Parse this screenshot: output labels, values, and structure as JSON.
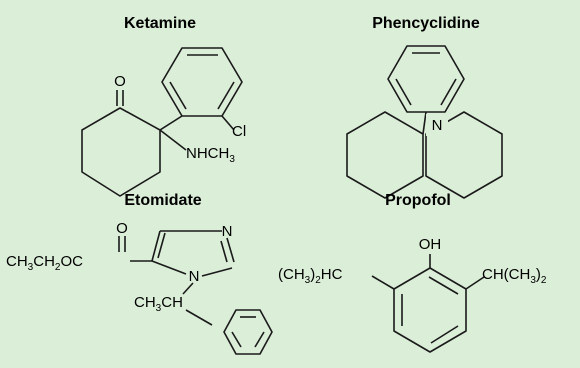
{
  "molecules": {
    "ketamine": {
      "name": "Ketamine",
      "atoms": {
        "o": "O",
        "cl": "Cl",
        "nh": "NHCH",
        "nh_sub": "3"
      }
    },
    "phencyclidine": {
      "name": "Phencyclidine",
      "atoms": {
        "n": "N"
      }
    },
    "etomidate": {
      "name": "Etomidate",
      "atoms": {
        "ester_a": "CH",
        "ester_a_sub": "3",
        "ester_b": "CH",
        "ester_b_sub": "2",
        "ester_c": "OC",
        "o_top": "O",
        "n_top": "N",
        "n_mid": "N",
        "ch3ch_a": "CH",
        "ch3ch_sub": "3",
        "ch3ch_b": "CH"
      }
    },
    "propofol": {
      "name": "Propofol",
      "atoms": {
        "oh": "OH",
        "left_a": "(CH",
        "left_sub": "3",
        "left_b": ")",
        "left_sub2": "2",
        "left_c": "HC",
        "right_a": "CH(CH",
        "right_sub": "3",
        "right_b": ")",
        "right_sub2": "2"
      }
    }
  }
}
